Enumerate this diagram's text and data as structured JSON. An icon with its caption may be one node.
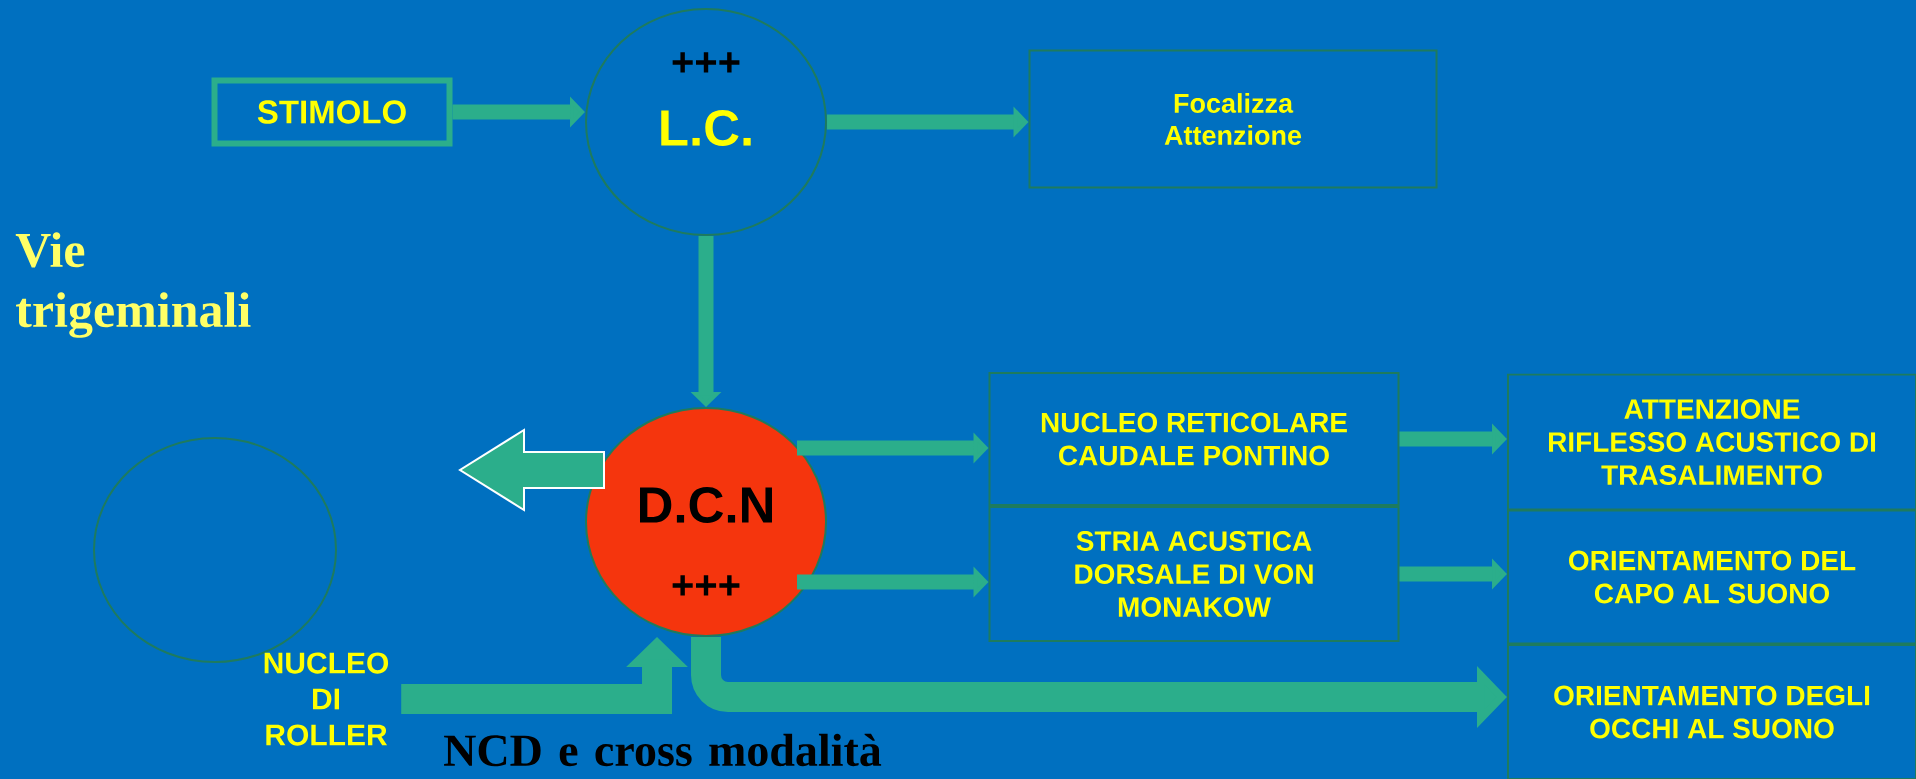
{
  "diagram": {
    "nodes": [
      {
        "text": [
          "STIMOLO"
        ]
      },
      {
        "text": [
          "+++",
          "L.C."
        ]
      },
      {
        "text": [
          "Focalizza Attenzione"
        ]
      },
      {
        "text": [
          "D.C.N",
          "+++"
        ]
      },
      {
        "text": [
          "NUCLEO RETICOLARE CAUDALE PONTINO"
        ]
      },
      {
        "text": [
          "STRIA ACUSTICA DORSALE DI VON MONAKOW"
        ]
      },
      {
        "text": [
          "ATTENZIONE",
          "RIFLESSO ACUSTICO DI TRASALIMENTO"
        ]
      },
      {
        "text": [
          "ORIENTAMENTO DEL CAPO AL SUONO"
        ]
      },
      {
        "text": [
          "ORIENTAMENTO DEGLI OCCHI AL SUONO"
        ]
      },
      {
        "text": [],
        "shape": "circle"
      },
      {
        "text": [
          "NUCLEO DI ROLLER"
        ]
      }
    ],
    "edges": [
      {
        "from": 0,
        "to": 1,
        "arrow": "to"
      },
      {
        "from": 1,
        "to": 2,
        "arrow": "to"
      },
      {
        "from": 1,
        "to": 3,
        "arrow": "to"
      },
      {
        "from": 3,
        "to": 4,
        "arrow": "to"
      },
      {
        "from": 3,
        "to": 5,
        "arrow": "to"
      },
      {
        "from": 4,
        "to": 6,
        "arrow": "to"
      },
      {
        "from": 5,
        "to": 7,
        "arrow": "to"
      },
      {
        "from": 3,
        "to": 8,
        "arrow": "to",
        "style": "thick"
      },
      {
        "from": 10,
        "to": 3,
        "arrow": "to",
        "style": "thick"
      },
      {
        "from": 3,
        "to": null,
        "arrow": "to",
        "style": "thick"
      }
    ],
    "labels": [
      "Vie trigeminali",
      "NCD e cross modalità"
    ]
  }
}
